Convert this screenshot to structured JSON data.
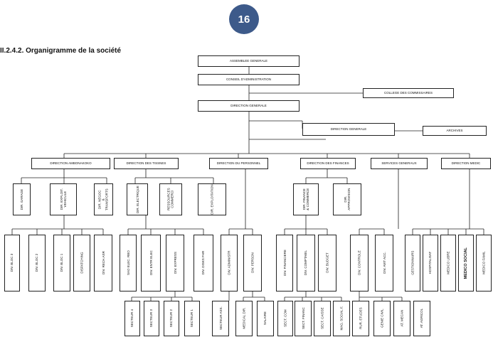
{
  "page_number": "16",
  "section_title": "II.2.4.2. Organigramme de la société",
  "nodes": {
    "ag": "ASSEMBLEE GENERALE",
    "ca": "CONSEIL D'ADMINISTRATION",
    "cc": "COLLEGE DES COMMISSAIRES",
    "dg": "DIRECTION GENERALE",
    "dg2": "DIRECTION GENERALE",
    "archives": "ARCHIVES",
    "d1": "DIRECTION AMBONAKOKO",
    "d2": "DIRECTION DES TISSNES",
    "d3": "DIRECTION DU PERSONNEL",
    "d4": "DIRECTION DES FINANCES",
    "d5": "SERVICES GENERAUX",
    "d6": "DIRECTION MEDIC",
    "s1": "DIR. GARAGE",
    "s2": "DIR. EXPLOIT. VEHICULE",
    "s3": "DIR. NEGOC & TRANSPORTS",
    "s4": "DIR. ELECTRIQUE",
    "s5": "RESSOURCES COMMERCI",
    "s6": "DIR. EXPLOITATION",
    "s7": "DIR. FINANCE & COMMERCE",
    "s8": "DIR. APPROVISION",
    "l1": "DIV. BLOC 3",
    "l2": "DIV. BLOC 2",
    "l3": "DIV. BLOC 1",
    "l4": "DISPATCHING",
    "l5": "DIV. RECH.ASR",
    "l6": "SAO ELEC. RBO",
    "l7": "DIV. ENTR ELEC",
    "l8": "DIV. EXPRESS",
    "l9": "DIV. DISKS FHR",
    "l10": "DIV. ADMINISTR",
    "l11": "DIV. PERSON",
    "l12": "DIV. FINANCIERE",
    "l13": "DIV. COMPTABIL",
    "l14": "DIV. BUDGET",
    "l15": "DIV. CONTROLE",
    "l16": "DIV. AVIT ACC.",
    "l17": "GESTIONNAIRS",
    "l18": "HOSPITALISAT",
    "l19": "MEDICO LIBRE",
    "l20": "MEDICO SOCIAL",
    "l21": "MEDICO FAMIL",
    "b1": "SECTEUR 4",
    "b2": "SECTEUR 3",
    "b3": "SECTEUR 2",
    "b4": "SECTEUR 1",
    "b5": "SECTEUR ASS.",
    "b6": "MEDICAL DIR.",
    "b7": "SALAIRE",
    "b8": "SECT. COM",
    "b9": "SECT. FINANC",
    "b10": "SECT. CAISSE",
    "b11": "MAG. SOCIAL F.",
    "b12": "RUR. ETUDES",
    "b13": "GENIE CIVIL",
    "b14": "AT. MECAN",
    "b15": "AT. AGRICOL"
  }
}
